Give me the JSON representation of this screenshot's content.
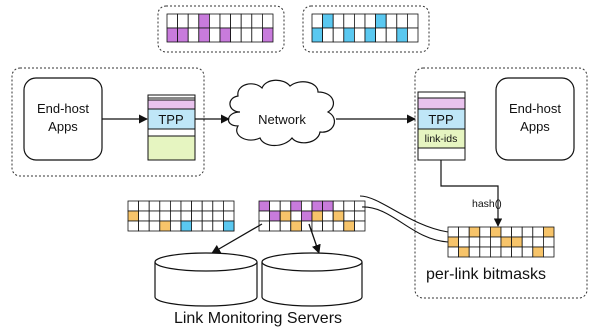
{
  "labels": {
    "endhost_left_l1": "End-host",
    "endhost_left_l2": "Apps",
    "endhost_right_l1": "End-host",
    "endhost_right_l2": "Apps",
    "tpp_left": "TPP",
    "tpp_right": "TPP",
    "link_ids": "link-ids",
    "network": "Network",
    "hash": "hash()",
    "bitmasks": "per-link bitmasks",
    "servers": "Link Monitoring Servers"
  },
  "colors": {
    "purple": "#c87bdc",
    "blue": "#5ac8f0",
    "orange": "#f7c46a",
    "pink": "#e9c3ee",
    "lightblue": "#bfe6f7",
    "lightgreen": "#e6f5c1",
    "dashed": "#333333"
  },
  "bitmasks": {
    "top_purple": [
      [
        0,
        0,
        0,
        1,
        0,
        0,
        0,
        0,
        0,
        0
      ],
      [
        1,
        1,
        0,
        1,
        0,
        1,
        0,
        0,
        0,
        1
      ]
    ],
    "top_blue": [
      [
        0,
        1,
        0,
        0,
        0,
        0,
        1,
        0,
        0,
        0
      ],
      [
        1,
        0,
        0,
        1,
        0,
        1,
        0,
        0,
        1,
        0
      ]
    ],
    "mid_left": [
      [
        0,
        0,
        0,
        0,
        0,
        0,
        0,
        0,
        0,
        0
      ],
      [
        1,
        0,
        0,
        0,
        0,
        0,
        0,
        0,
        0,
        0
      ],
      [
        0,
        0,
        0,
        1,
        0,
        0,
        0,
        0,
        0,
        0
      ]
    ],
    "mid_center": [
      [
        1,
        0,
        0,
        1,
        0,
        1,
        1,
        0,
        0,
        0
      ],
      [
        0,
        1,
        0,
        0,
        1,
        0,
        0,
        1,
        0,
        0
      ],
      [
        0,
        0,
        0,
        0,
        0,
        0,
        0,
        0,
        0,
        0
      ]
    ],
    "right": [
      [
        0,
        0,
        1,
        0,
        1,
        0,
        0,
        0,
        0,
        1
      ],
      [
        1,
        0,
        0,
        0,
        0,
        1,
        1,
        0,
        0,
        0
      ],
      [
        0,
        1,
        0,
        0,
        0,
        0,
        0,
        0,
        1,
        0
      ]
    ]
  }
}
